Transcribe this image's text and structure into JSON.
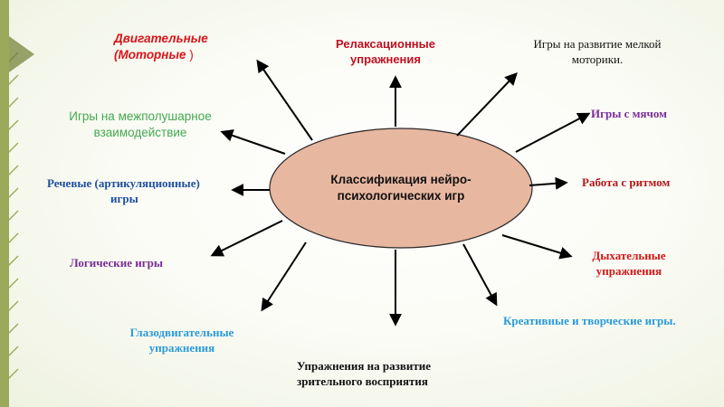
{
  "title": "Классификация нейро-\nпсихологических игр",
  "colors": {
    "accent_bar": "#9aaa5a",
    "ellipse_fill": "#e8b7a0",
    "ellipse_stroke": "#2a2a2a"
  },
  "labels": {
    "motor_1": "Двигательные",
    "motor_2": "(Моторные",
    "motor_3": " )",
    "relax_1": "Релаксационные",
    "relax_2": "упражнения",
    "fine_1": "Игры на развитие мелкой",
    "fine_2": "моторики.",
    "inter_1": "Игры на межполушарное",
    "inter_2": "взаимодействие",
    "ball": "Игры с мячом",
    "speech_1": "Речевые (артикуляционные)",
    "speech_2": "игры",
    "rhythm": "Работа с ритмом",
    "breath_1": "Дыхательные",
    "breath_2": "упражнения",
    "logic": "Логические игры",
    "eye_1": "Глазодвигательные",
    "eye_2": "упражнения",
    "creative": "Креативные и творческие игры.",
    "visual_1": "Упражнения на развитие",
    "visual_2": "зрительного восприятия"
  }
}
